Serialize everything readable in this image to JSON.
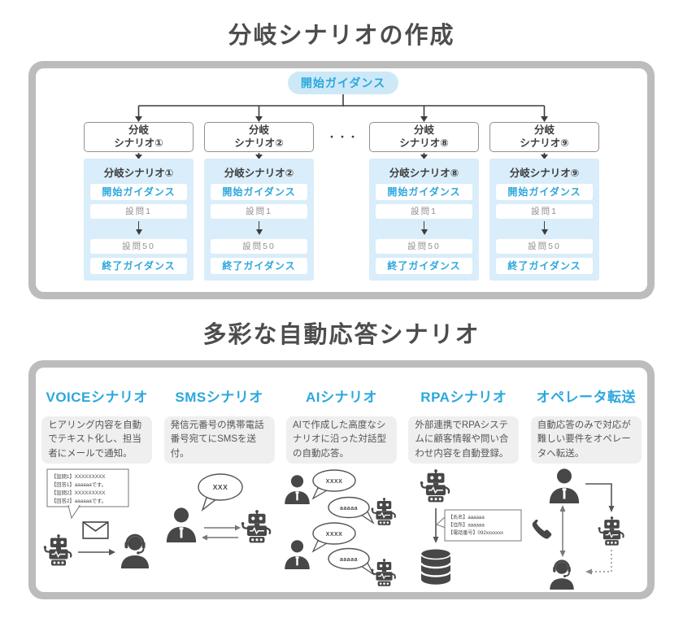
{
  "colors": {
    "accent_blue": "#2BA7DE",
    "panel_blue": "#D9EDFA",
    "start_pill_bg": "#CDE9F8",
    "frame_gray": "#BCBCBC",
    "box_border": "#8D9092",
    "text_dark": "#3D3D3D",
    "desc_box_bg": "#EFEFEF",
    "icon_gray": "#474747"
  },
  "icons": [
    "robot-icon",
    "person-icon",
    "headset-operator-icon",
    "envelope-icon",
    "database-icon",
    "phone-handset-icon",
    "speech-bubble"
  ],
  "section1": {
    "title": "分岐シナリオの作成",
    "start_guidance": "開始ガイダンス",
    "dots": "・・・",
    "branch_boxes": [
      {
        "line1": "分岐",
        "line2": "シナリオ①"
      },
      {
        "line1": "分岐",
        "line2": "シナリオ②"
      },
      {
        "line1": "分岐",
        "line2": "シナリオ⑧"
      },
      {
        "line1": "分岐",
        "line2": "シナリオ⑨"
      }
    ],
    "panels": [
      {
        "title": "分岐シナリオ①"
      },
      {
        "title": "分岐シナリオ②"
      },
      {
        "title": "分岐シナリオ⑧"
      },
      {
        "title": "分岐シナリオ⑨"
      }
    ],
    "panel_items": {
      "start": "開始ガイダンス",
      "question1": "設問1",
      "question50": "設問50",
      "end": "終了ガイダンス"
    }
  },
  "section2": {
    "title": "多彩な自動応答シナリオ",
    "columns": [
      {
        "title": "VOICEシナリオ",
        "desc": "ヒアリング内容を自動でテキスト化し、担当者にメールで通知。",
        "note_lines": [
          "【設問1】XXXXXXXXX",
          "【回答1】aaaaaaです。",
          "【設問2】XXXXXXXXX",
          "【回答2】aaaaaaです。"
        ]
      },
      {
        "title": "SMSシナリオ",
        "desc": "発信元番号の携帯電話番号宛てにSMSを送付。",
        "bubble": "XXX"
      },
      {
        "title": "AIシナリオ",
        "desc": "AIで作成した高度なシナリオに沿った対話型の自動応答。",
        "bubbles": [
          "XXXX",
          "aaaaa",
          "XXXX",
          "aaaaa"
        ]
      },
      {
        "title": "RPAシナリオ",
        "desc": "外部連携でRPAシステムに顧客情報や問い合わせ内容を自動登録。",
        "note_lines": [
          "【氏名】aaaaaa",
          "【住所】aaaaaa",
          "【電話番号】092xxxxxxx"
        ]
      },
      {
        "title": "オペレータ転送",
        "desc": "自動応答のみで対応が難しい要件をオペレータへ転送。"
      }
    ]
  }
}
